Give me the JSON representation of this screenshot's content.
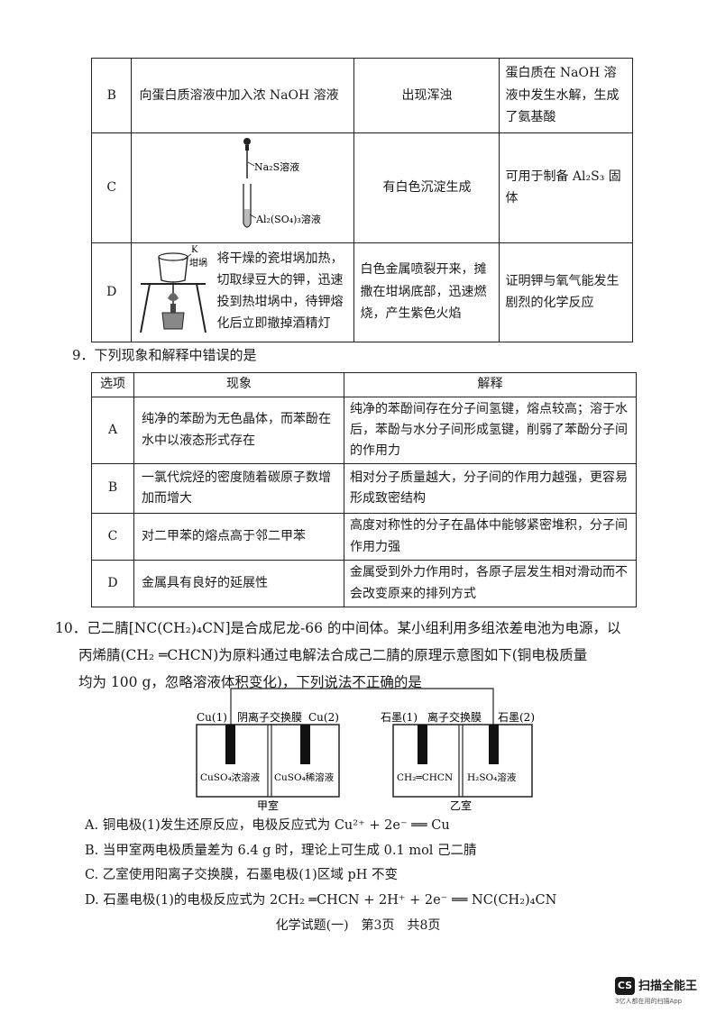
{
  "table8": {
    "rows": [
      {
        "label": "B",
        "op": "向蛋白质溶液中加入浓 NaOH 溶液",
        "res": "出现浑浊",
        "con": "蛋白质在 NaOH 溶液中发生水解，生成了氨基酸"
      },
      {
        "label": "C",
        "res": "有白色沉淀生成",
        "con": "可用于制备 Al₂S₃ 固体",
        "fig": {
          "top": "Na₂S溶液",
          "bottom": "Al₂(SO₄)₃溶液"
        }
      },
      {
        "label": "D",
        "op": "将干燥的瓷坩埚加热，切取绿豆大的钾，迅速投到热坩埚中，待钾熔化后立即撤掉酒精灯",
        "res": "白色金属喷裂开来，摊撒在坩埚底部，迅速燃烧，产生紫色火焰",
        "con": "证明钾与氧气能发生剧烈的化学反应",
        "fig": {
          "k": "K",
          "crucible": "坩埚"
        }
      }
    ]
  },
  "q9": {
    "stem": "9．下列现象和解释中错误的是",
    "headers": [
      "选项",
      "现象",
      "解释"
    ],
    "rows": [
      {
        "label": "A",
        "phe": "纯净的苯酚为无色晶体，而苯酚在水中以液态形式存在",
        "exp": "纯净的苯酚间存在分子间氢键，熔点较高；溶于水后，苯酚与水分子间形成氢键，削弱了苯酚分子间的作用力"
      },
      {
        "label": "B",
        "phe": "一氯代烷烃的密度随着碳原子数增加而增大",
        "exp": "相对分子质量越大，分子间的作用力越强，更容易形成致密结构"
      },
      {
        "label": "C",
        "phe": "对二甲苯的熔点高于邻二甲苯",
        "exp": "高度对称性的分子在晶体中能够紧密堆积，分子间作用力强"
      },
      {
        "label": "D",
        "phe": "金属具有良好的延展性",
        "exp": "金属受到外力作用时，各原子层发生相对滑动而不会改变原来的排列方式"
      }
    ]
  },
  "q10": {
    "line1": "10．己二腈[NC(CH₂)₄CN]是合成尼龙-66 的中间体。某小组利用多组浓差电池为电源，以",
    "line2": "丙烯腈(CH₂ ═CHCN)为原料通过电解法合成己二腈的原理示意图如下(铜电极质量",
    "line3": "均为 100 g，忽略溶液体积变化)，下列说法不正确的是",
    "diagram": {
      "cu1": "Cu(1)",
      "membrane1": "阴离子交换膜",
      "cu2": "Cu(2)",
      "g1": "石墨(1)",
      "membrane2": "离子交换膜",
      "g2": "石墨(2)",
      "sol1": "CuSO₄浓溶液",
      "sol2": "CuSO₄稀溶液",
      "sol3": "CH₂═CHCN",
      "sol4": "H₂SO₄溶液",
      "room1": "甲室",
      "room2": "乙室"
    },
    "options": [
      "A. 铜电极(1)发生还原反应，电极反应式为 Cu²⁺ + 2e⁻ ══ Cu",
      "B. 当甲室两电极质量差为 6.4 g 时，理论上可生成 0.1 mol 己二腈",
      "C. 乙室使用阳离子交换膜，石墨电极(1)区域 pH 不变",
      "D. 石墨电极(1)的电极反应式为 2CH₂ ═CHCN + 2H⁺ + 2e⁻ ══ NC(CH₂)₄CN"
    ]
  },
  "footer": "化学试题(一)　第3页　共8页",
  "logo": {
    "mark": "CS",
    "brand": "扫描全能王",
    "tag": "3亿人都在用的扫描App"
  }
}
